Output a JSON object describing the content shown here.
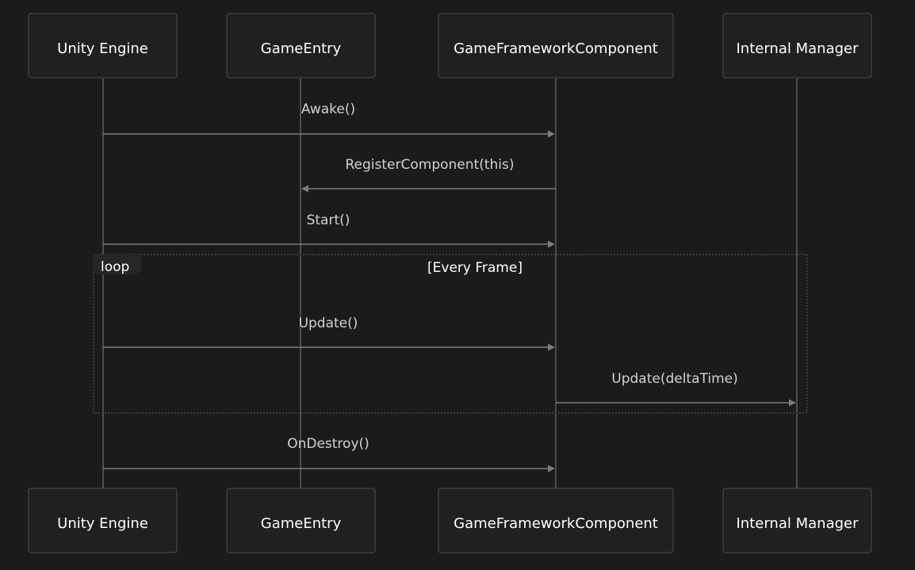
{
  "participants": [
    {
      "id": "unity",
      "label": "Unity Engine"
    },
    {
      "id": "entry",
      "label": "GameEntry"
    },
    {
      "id": "component",
      "label": "GameFrameworkComponent"
    },
    {
      "id": "manager",
      "label": "Internal Manager"
    }
  ],
  "messages": [
    {
      "from": "unity",
      "to": "component",
      "label": "Awake()"
    },
    {
      "from": "component",
      "to": "entry",
      "label": "RegisterComponent(this)"
    },
    {
      "from": "unity",
      "to": "component",
      "label": "Start()"
    },
    {
      "from": "unity",
      "to": "component",
      "label": "Update()",
      "in_loop": true
    },
    {
      "from": "component",
      "to": "manager",
      "label": "Update(deltaTime)",
      "in_loop": true
    },
    {
      "from": "unity",
      "to": "component",
      "label": "OnDestroy()"
    }
  ],
  "loop": {
    "label": "loop",
    "condition": "[Every Frame]"
  },
  "colors": {
    "background": "#1b1b1b",
    "actor_fill": "#1f2020",
    "actor_border": "#4d4d4d",
    "line": "#7c7c7c",
    "text": "#ffffff",
    "message_text": "#d2d2d2"
  }
}
